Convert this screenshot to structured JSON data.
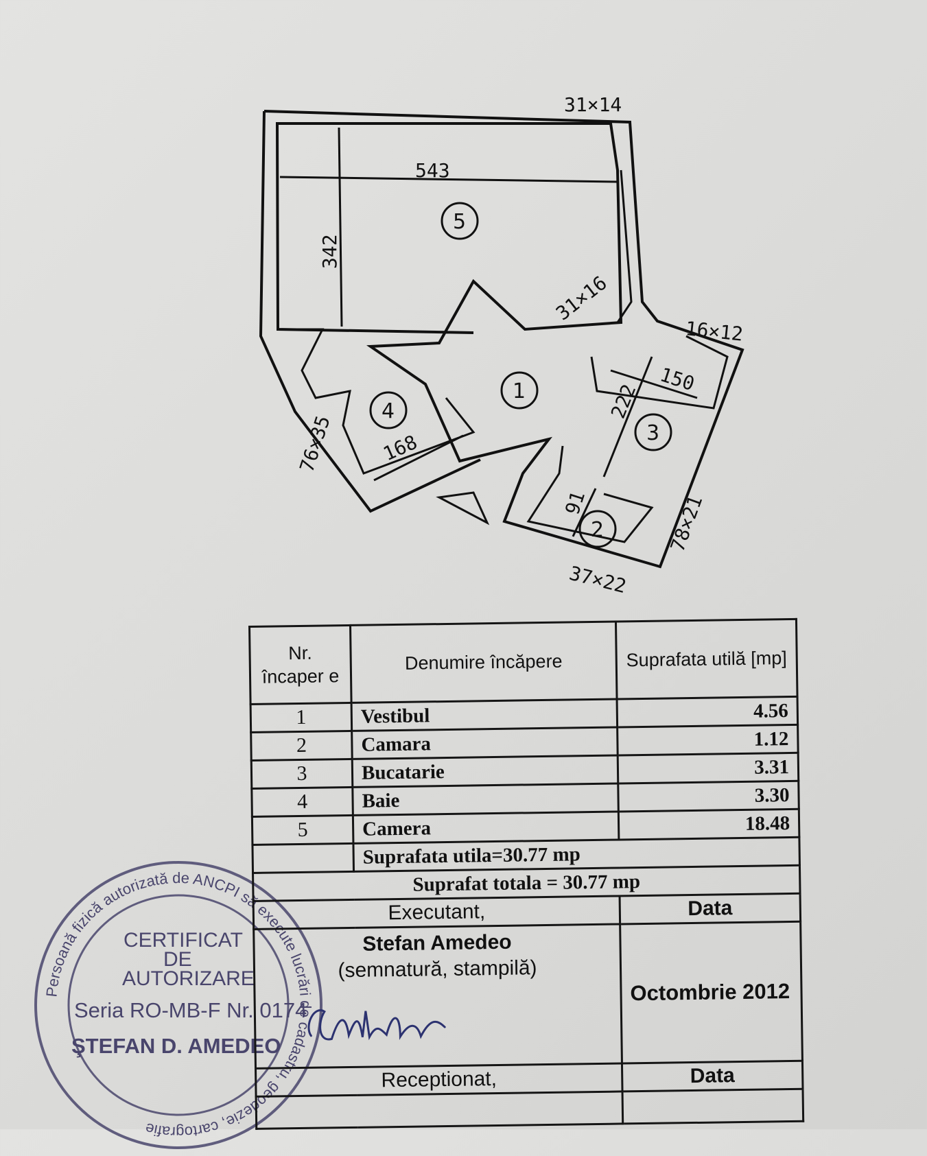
{
  "plan": {
    "dimensions": {
      "d_543": "543",
      "d_342": "342",
      "d_31x14": "31×14",
      "d_31x16": "31×16",
      "d_16x12": "16×12",
      "d_150": "150",
      "d_222": "222",
      "d_168": "168",
      "d_76x35": "76×35",
      "d_78x21": "78×21",
      "d_91": "91",
      "d_37x22": "37×22"
    },
    "room_numbers": [
      "1",
      "2",
      "3",
      "4",
      "5"
    ]
  },
  "table": {
    "headers": {
      "nr": "Nr. încaper e",
      "name": "Denumire încăpere",
      "area": "Suprafata utilă [mp]"
    },
    "rows": [
      {
        "nr": "1",
        "name": "Vestibul",
        "area": "4.56"
      },
      {
        "nr": "2",
        "name": "Camara",
        "area": "1.12"
      },
      {
        "nr": "3",
        "name": "Bucatarie",
        "area": "3.31"
      },
      {
        "nr": "4",
        "name": "Baie",
        "area": "3.30"
      },
      {
        "nr": "5",
        "name": "Camera",
        "area": "18.48"
      }
    ],
    "useful_total": "Suprafata utila=30.77 mp",
    "grand_total": "Suprafat totala = 30.77 mp",
    "executant_label": "Executant,",
    "date_label": "Data",
    "executant_name": "Stefan Amedeo",
    "signature_note": "(semnatură, stampilă)",
    "executant_date": "Octombrie 2012",
    "receptionat_label": "Receptionat,",
    "date_label_2": "Data"
  },
  "stamp": {
    "ring_text": "Persoană fizică autorizată de ANCPI să execute lucrări de cadastru, geodezie, cartografie",
    "line1": "CERTIFICAT",
    "line2": "DE",
    "line3": "AUTORIZARE",
    "line4": "Seria RO-MB-F Nr. 0174",
    "line5": "ŞTEFAN D. AMEDEO",
    "ink_color": "#49456c"
  }
}
